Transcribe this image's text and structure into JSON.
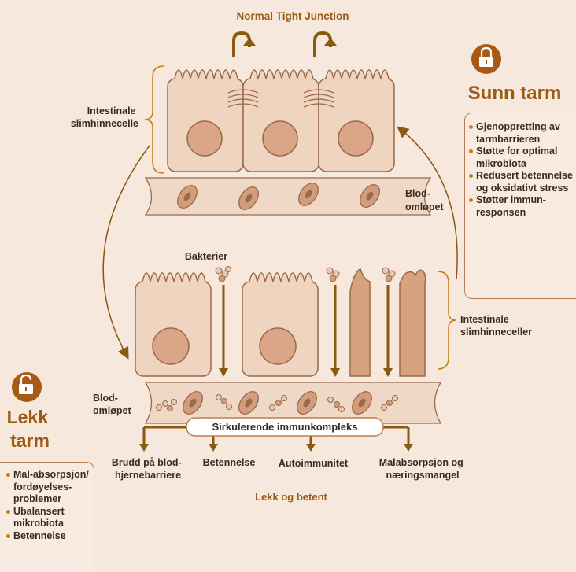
{
  "colors": {
    "background": "#f6e8dc",
    "cell_fill": "#efd5c0",
    "cell_stroke": "#9a6a4a",
    "nucleus": "#dba687",
    "blood": "#efd9c6",
    "rbc": "#d19d7c",
    "arrow_brown": "#8a5a10",
    "accent": "#9c5a14",
    "lock": "#a85a14"
  },
  "top": {
    "title": "Normal Tight Junction",
    "cell_label": "Intestinale\nslimhinnecelle",
    "blood_label": "Blod-\nomløpet"
  },
  "sunn": {
    "icon": "padlock-closed-icon",
    "title": "Sunn tarm",
    "items": [
      "Gjenoppretting av  tarmbarrieren",
      "Støtte for optimal mikrobiota",
      "Redusert betennelse og oksidativt stress",
      "Støtter immun-responsen"
    ]
  },
  "bottom": {
    "bacteria_label": "Bakterier",
    "cell_label": "Intestinale\nslimhinneceller",
    "blood_label": "Blod-\nomløpet",
    "immune_label": "Sirkulerende immunkompleks",
    "outcomes": [
      "Brudd på blod-\nhjernebarriere",
      "Betennelse",
      "Autoimmunitet",
      "Malabsorpsjon og\nnæringsmangel"
    ],
    "caption": "Lekk og betent"
  },
  "lekk": {
    "icon": "padlock-open-icon",
    "title": "Lekk\ntarm",
    "items": [
      "Mal-absorpsjon/ fordøyelses-problemer",
      "Ubalansert mikrobiota",
      "Betennelse"
    ]
  }
}
